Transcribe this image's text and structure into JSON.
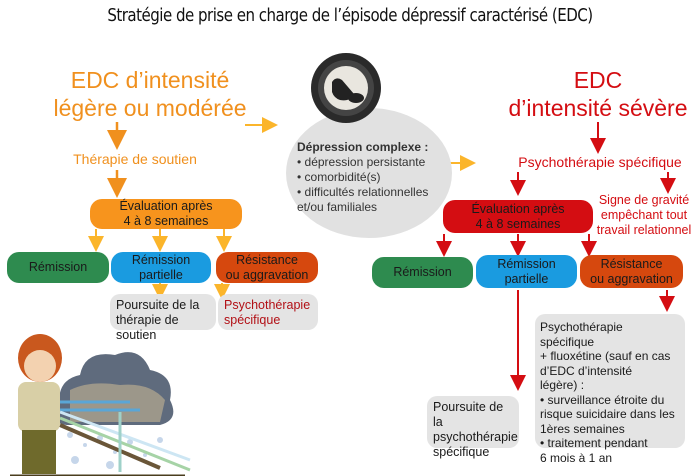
{
  "title": "Stratégie de prise en charge de l’épisode dépressif caractérisé (EDC)",
  "colors": {
    "orange": "#f7941d",
    "orange_text": "#f0901e",
    "red": "#d40d12",
    "green": "#2e8b4f",
    "blue": "#1a9be0",
    "rust": "#d6480e",
    "note_gray": "#e4e4e4",
    "arrow_yellow": "#fbb52b"
  },
  "left_branch": {
    "heading_line1": "EDC d’intensité",
    "heading_line2": "légère ou modérée",
    "therapy": "Thérapie de soutien",
    "evaluation_line1": "Évaluation après",
    "evaluation_line2": "4 à 8 semaines",
    "outcomes": [
      {
        "line1": "Rémission",
        "line2": ""
      },
      {
        "line1": "Rémission",
        "line2": "partielle"
      },
      {
        "line1": "Résistance",
        "line2": "ou aggravation"
      }
    ],
    "next_partial_line1": "Poursuite de la",
    "next_partial_line2": "thérapie de soutien",
    "next_resistance_line1": "Psychothérapie",
    "next_resistance_line2": "spécifique"
  },
  "complex": {
    "heading": "Dépression complexe :",
    "items": [
      "• dépression persistante",
      "• comorbidité(s)",
      "• difficultés relationnelles et/ou familiales"
    ]
  },
  "right_branch": {
    "heading_line1": "EDC",
    "heading_line2": "d’intensité sévère",
    "therapy": "Psychothérapie spécifique",
    "severity_sign_line1": "Signe de gravité",
    "severity_sign_line2": "empêchant tout",
    "severity_sign_line3": "travail relationnel",
    "evaluation_line1": "Évaluation après",
    "evaluation_line2": "4 à 8 semaines",
    "outcomes": [
      {
        "line1": "Rémission",
        "line2": ""
      },
      {
        "line1": "Rémission",
        "line2": "partielle"
      },
      {
        "line1": "Résistance",
        "line2": "ou aggravation"
      }
    ],
    "next_partial": [
      "Poursuite de la",
      "psychothérapie",
      "spécifique"
    ],
    "next_resistance": [
      "Psychothérapie spécifique",
      "+ fluoxétine (sauf en cas",
      "d’EDC d’intensité",
      "légère) :",
      "• surveillance étroite du",
      "risque suicidaire dans les",
      "1ères semaines",
      "• traitement pendant",
      "6 mois à 1 an"
    ]
  },
  "illustrations": {
    "top_center": "depressed-person-circle-illustration",
    "bottom_left": "sad-boy-under-cloud-illustration"
  }
}
